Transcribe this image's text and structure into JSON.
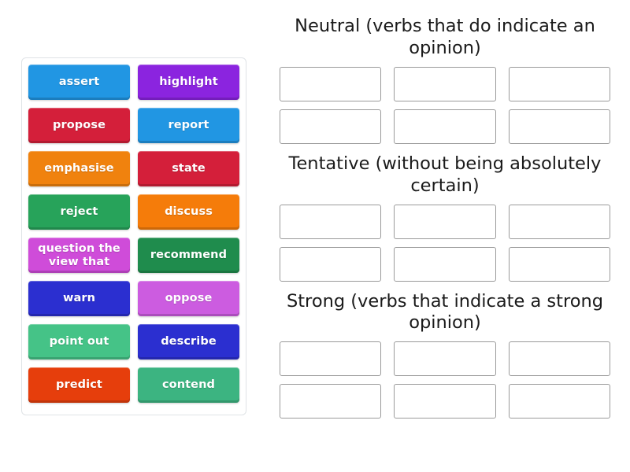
{
  "activity": {
    "type": "group-sort",
    "tile_panel": {
      "name": "word-tile-panel",
      "tiles": [
        {
          "label": "assert",
          "color": "#2196e3"
        },
        {
          "label": "highlight",
          "color": "#8b24df"
        },
        {
          "label": "propose",
          "color": "#d41f3a"
        },
        {
          "label": "report",
          "color": "#2196e3"
        },
        {
          "label": "emphasise",
          "color": "#f0820e"
        },
        {
          "label": "state",
          "color": "#d41f3a"
        },
        {
          "label": "reject",
          "color": "#27a35a"
        },
        {
          "label": "discuss",
          "color": "#f57c0a"
        },
        {
          "label": "question the view that",
          "color": "#cf4cd9"
        },
        {
          "label": "recommend",
          "color": "#1f8c4d"
        },
        {
          "label": "warn",
          "color": "#2b2fd0"
        },
        {
          "label": "oppose",
          "color": "#cc5ce0"
        },
        {
          "label": "point out",
          "color": "#45c387"
        },
        {
          "label": "describe",
          "color": "#2b2fd0"
        },
        {
          "label": "predict",
          "color": "#e63e0c"
        },
        {
          "label": "contend",
          "color": "#3cb481"
        }
      ]
    },
    "categories": [
      {
        "id": "neutral",
        "title": "Neutral (verbs that do indicate an opinion)",
        "dropzones": [
          "",
          "",
          "",
          "",
          "",
          ""
        ]
      },
      {
        "id": "tentative",
        "title": "Tentative (without being absolutely certain)",
        "dropzones": [
          "",
          "",
          "",
          "",
          "",
          ""
        ]
      },
      {
        "id": "strong",
        "title": "Strong (verbs that indicate a strong opinion)",
        "dropzones": [
          "",
          "",
          "",
          "",
          "",
          ""
        ]
      }
    ]
  }
}
